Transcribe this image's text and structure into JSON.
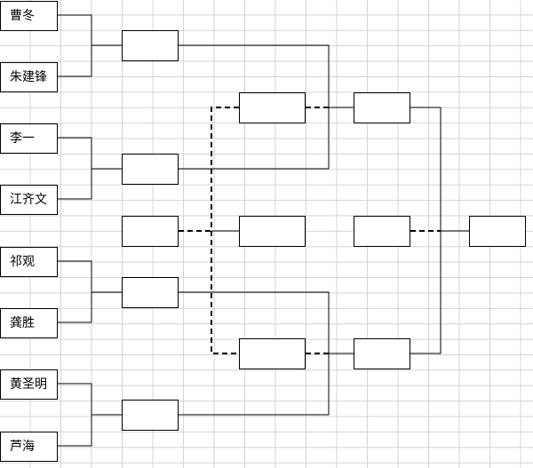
{
  "players": [
    "曹冬",
    "朱建锋",
    "李一",
    "江齐文",
    "祁观",
    "龚胜",
    "黄圣明",
    "芦海"
  ]
}
